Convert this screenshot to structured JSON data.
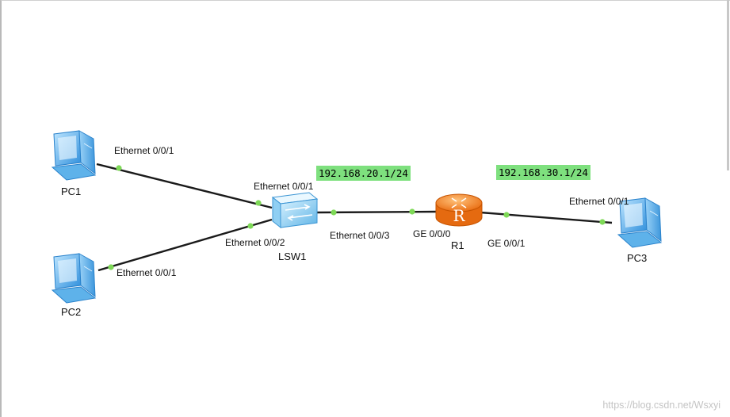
{
  "devices": {
    "pc1": {
      "name": "PC1"
    },
    "pc2": {
      "name": "PC2"
    },
    "pc3": {
      "name": "PC3"
    },
    "lsw1": {
      "name": "LSW1"
    },
    "r1": {
      "name": "R1"
    }
  },
  "ports": {
    "pc1_eth": "Ethernet 0/0/1",
    "pc2_eth": "Ethernet 0/0/1",
    "lsw1_e1": "Ethernet 0/0/1",
    "lsw1_e2": "Ethernet 0/0/2",
    "lsw1_e3": "Ethernet 0/0/3",
    "r1_ge0": "GE 0/0/0",
    "r1_ge1": "GE 0/0/1",
    "pc3_eth": "Ethernet 0/0/1"
  },
  "ip_labels": {
    "net20": "192.168.20.1/24",
    "net30": "192.168.30.1/24"
  },
  "watermark": "https://blog.csdn.net/Wsxyi",
  "colors": {
    "link": "#1a1a1a",
    "port_dot": "#7ed957",
    "ip_highlight": "#7ee07e",
    "pc_blue": "#4aa8e8",
    "router_orange": "#f07a1e",
    "switch_blue": "#7cc8f0"
  }
}
